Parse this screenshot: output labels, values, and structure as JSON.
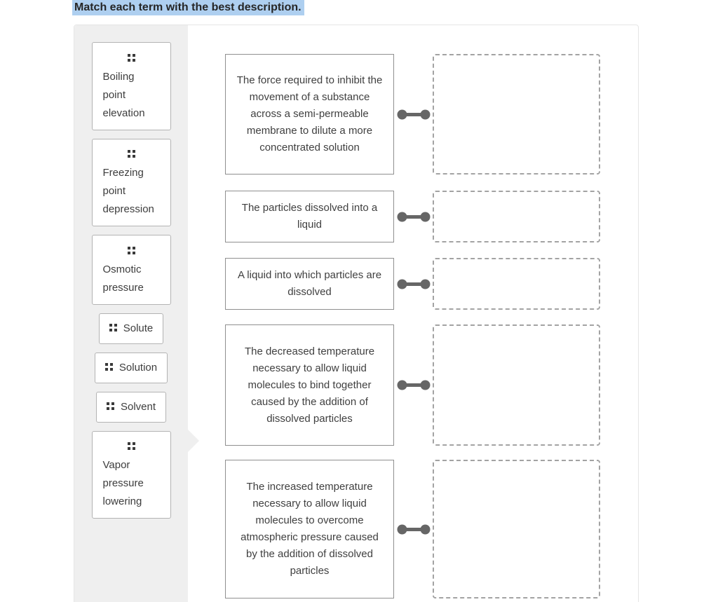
{
  "title": "Match each term with the best description.",
  "colors": {
    "title_highlight": "#aecff0",
    "panel_background": "#efefef",
    "tile_border": "#b3b3b3",
    "description_border": "#8f8f8f",
    "dropzone_dashed_border": "#a3a3a3",
    "connector": "#666666",
    "text": "#3f3f3f",
    "card_border": "#e5e5e5"
  },
  "icons": {
    "drag_handle": "drag-handle-icon (2x2 dot grid)",
    "panel_pointer": "chevron-right-pointer"
  },
  "terms": [
    {
      "label": "Boiling point elevation"
    },
    {
      "label": "Freezing point depression"
    },
    {
      "label": "Osmotic pressure"
    },
    {
      "label": "Solute"
    },
    {
      "label": "Solution"
    },
    {
      "label": "Solvent"
    },
    {
      "label": "Vapor pressure lowering"
    }
  ],
  "matches": [
    {
      "description": "The force required to inhibit the movement of a substance across a semi-permeable membrane to dilute a more concentrated solution"
    },
    {
      "description": "The particles dissolved into a liquid"
    },
    {
      "description": "A liquid into which particles are dissolved"
    },
    {
      "description": "The decreased temperature necessary to allow liquid molecules to bind together caused by the addition of dissolved particles"
    },
    {
      "description": "The increased temperature necessary to allow liquid molecules to overcome atmospheric pressure caused by the addition of dissolved particles"
    }
  ]
}
